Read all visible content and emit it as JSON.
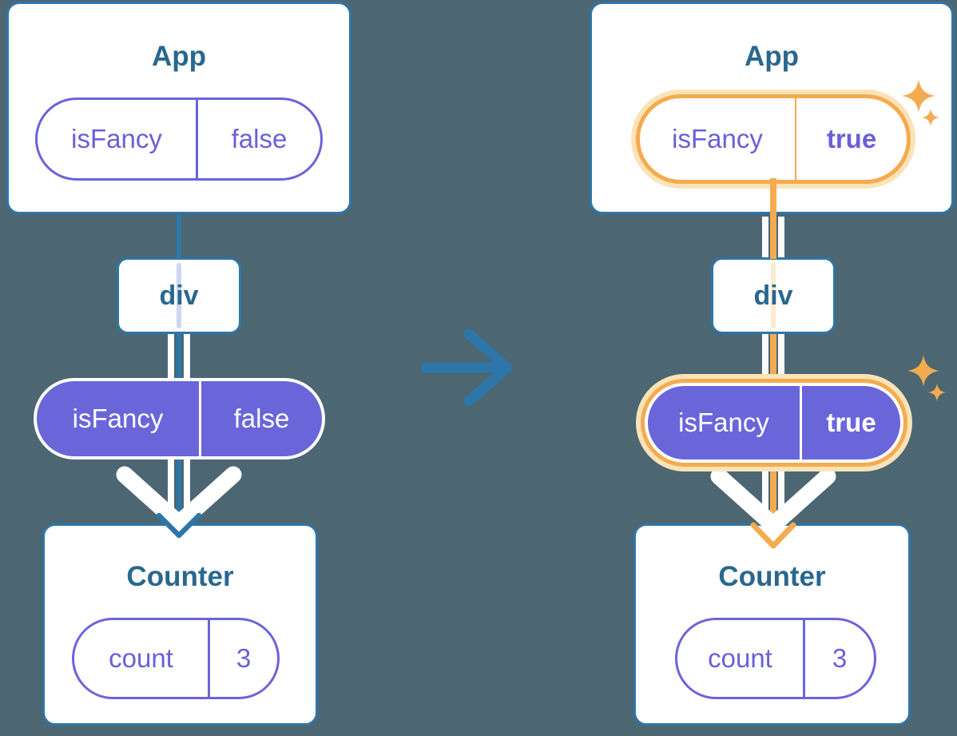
{
  "colors": {
    "background": "#4C6672",
    "card_border_blue": "#2E76A8",
    "title_teal": "#29678F",
    "purple_fill": "#6A66D9",
    "purple_outline": "#6B64D8",
    "purple_text": "#6A60D6",
    "highlight_orange": "#F4AB4F",
    "highlight_orange_glow": "#FBE3B8",
    "state_trace_lavender": "#CDD6EF",
    "state_trace_faint_orange": "#FCEBCD",
    "connector_white": "#FFFFFF"
  },
  "left_tree": {
    "app": {
      "title": "App",
      "state_pill": {
        "name": "isFancy",
        "value": "false"
      }
    },
    "div_node": {
      "title": "div"
    },
    "prop_pill": {
      "name": "isFancy",
      "value": "false"
    },
    "counter": {
      "title": "Counter",
      "state_pill": {
        "name": "count",
        "value": "3"
      }
    }
  },
  "right_tree": {
    "app": {
      "title": "App",
      "state_pill": {
        "name": "isFancy",
        "value": "true"
      }
    },
    "div_node": {
      "title": "div"
    },
    "prop_pill": {
      "name": "isFancy",
      "value": "true"
    },
    "counter": {
      "title": "Counter",
      "state_pill": {
        "name": "count",
        "value": "3"
      }
    }
  },
  "icons": {
    "transition_arrow": "arrow-right-icon",
    "sparkles": "sparkle-icon",
    "prop_flow": "chevron-down-arrow-icon"
  }
}
